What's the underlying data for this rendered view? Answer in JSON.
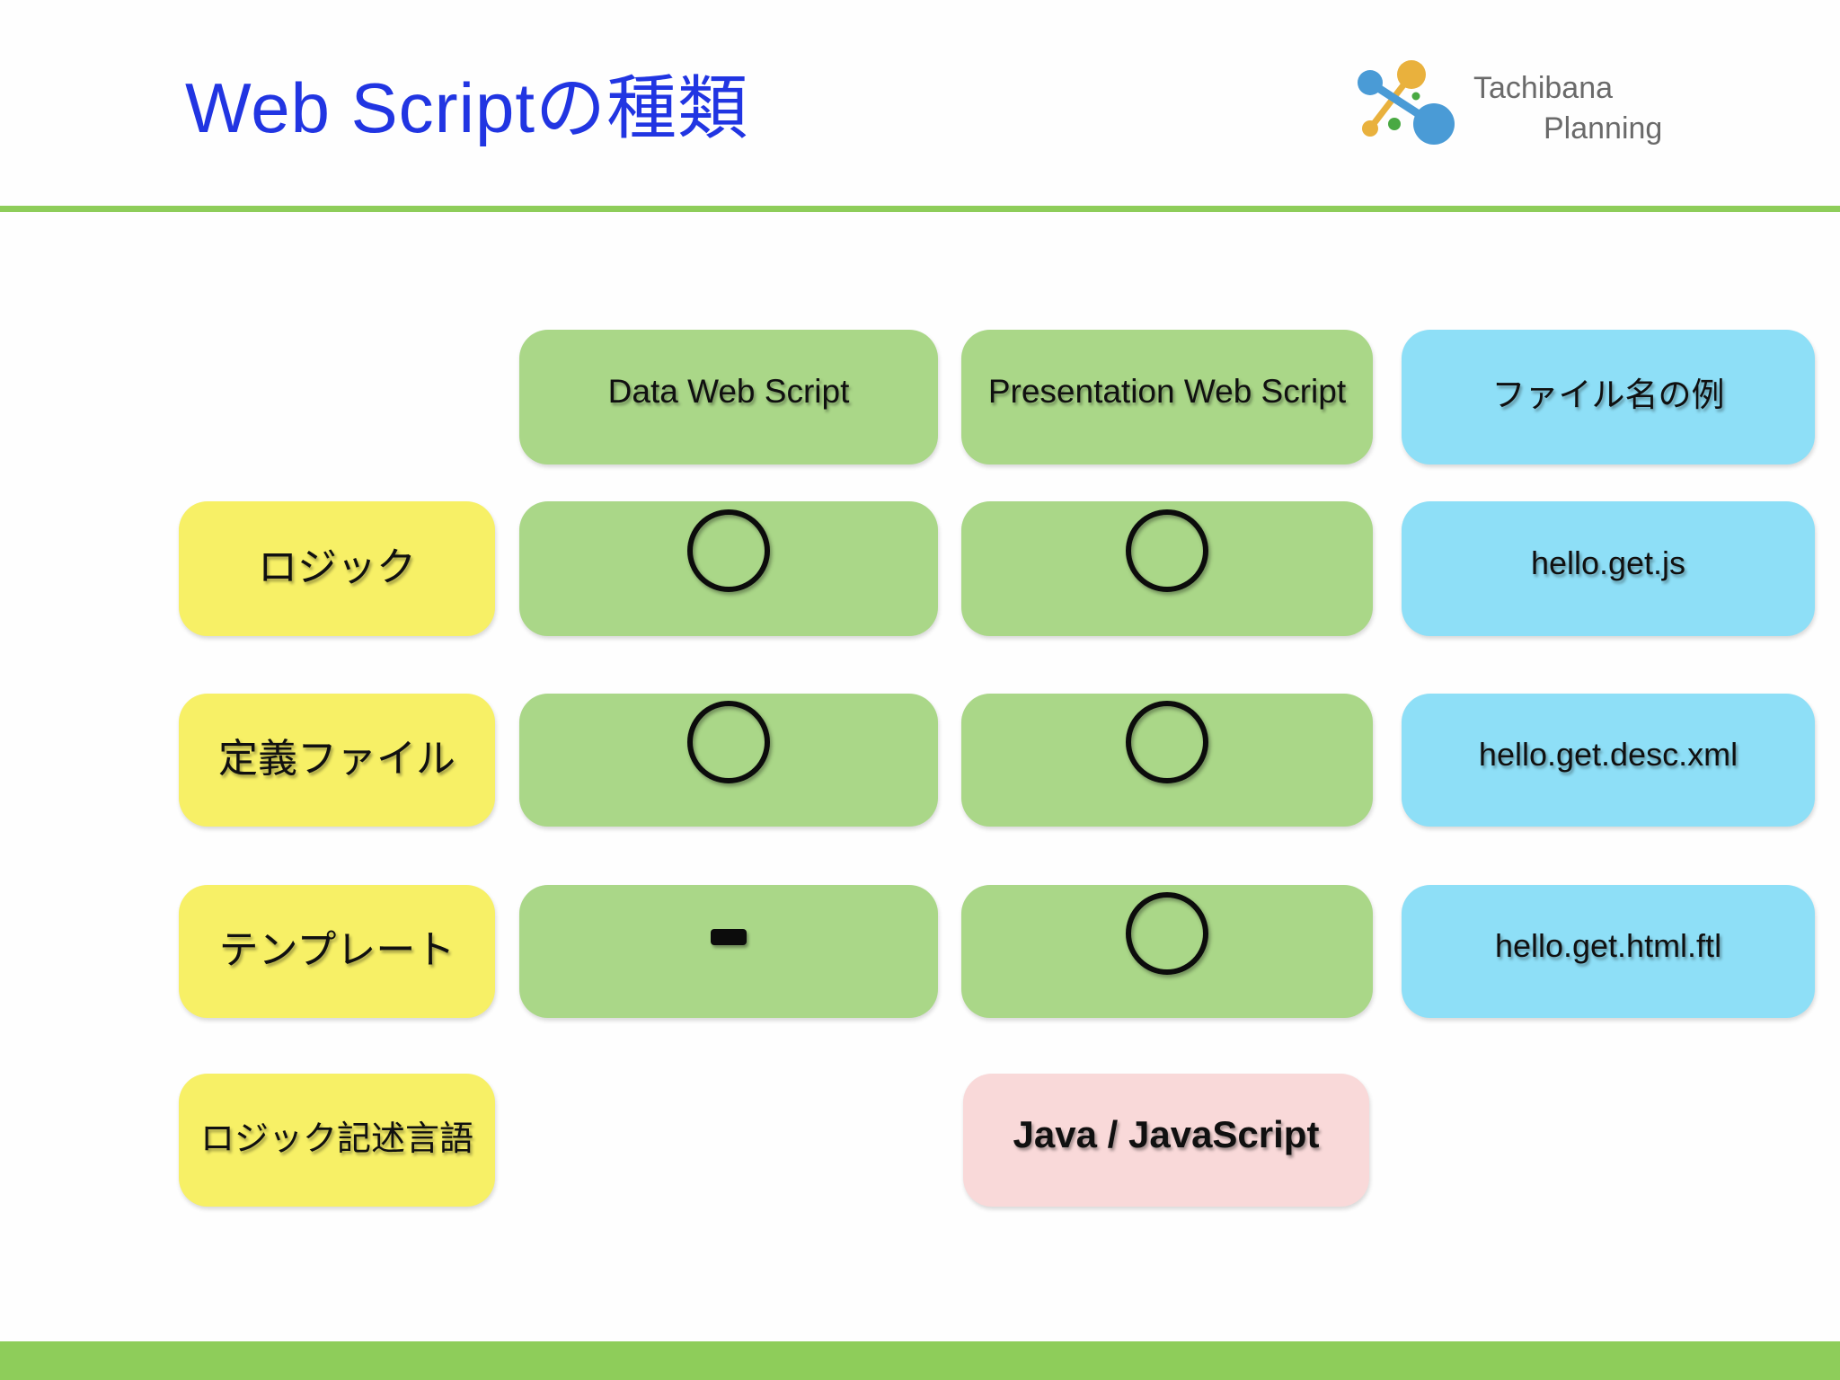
{
  "header": {
    "title": "Web Scriptの種類",
    "logo": {
      "line1": "Tachibana",
      "line2": "Planning"
    }
  },
  "colors": {
    "title_blue": "#2135e2",
    "accent_green": "#8ecd5a",
    "cell_green": "#aad788",
    "cell_yellow": "#f7f066",
    "cell_blue": "#8edff7",
    "cell_pink": "#f9d9d9",
    "logo_blue": "#4a9bd6",
    "logo_orange": "#e9b13d",
    "logo_green": "#49a942",
    "logo_text_gray": "#6a6a6a"
  },
  "table": {
    "columns": [
      {
        "label": "Data Web Script"
      },
      {
        "label": "Presentation Web Script"
      },
      {
        "label": "ファイル名の例"
      }
    ],
    "rows": [
      {
        "label": "ロジック",
        "data_web_script": "circle",
        "presentation_web_script": "circle",
        "file_example": "hello.get.js"
      },
      {
        "label": "定義ファイル",
        "data_web_script": "circle",
        "presentation_web_script": "circle",
        "file_example": "hello.get.desc.xml"
      },
      {
        "label": "テンプレート",
        "data_web_script": "dash",
        "presentation_web_script": "circle",
        "file_example": "hello.get.html.ftl"
      },
      {
        "label": "ロジック記述言語",
        "presentation_value": "Java / JavaScript"
      }
    ]
  }
}
